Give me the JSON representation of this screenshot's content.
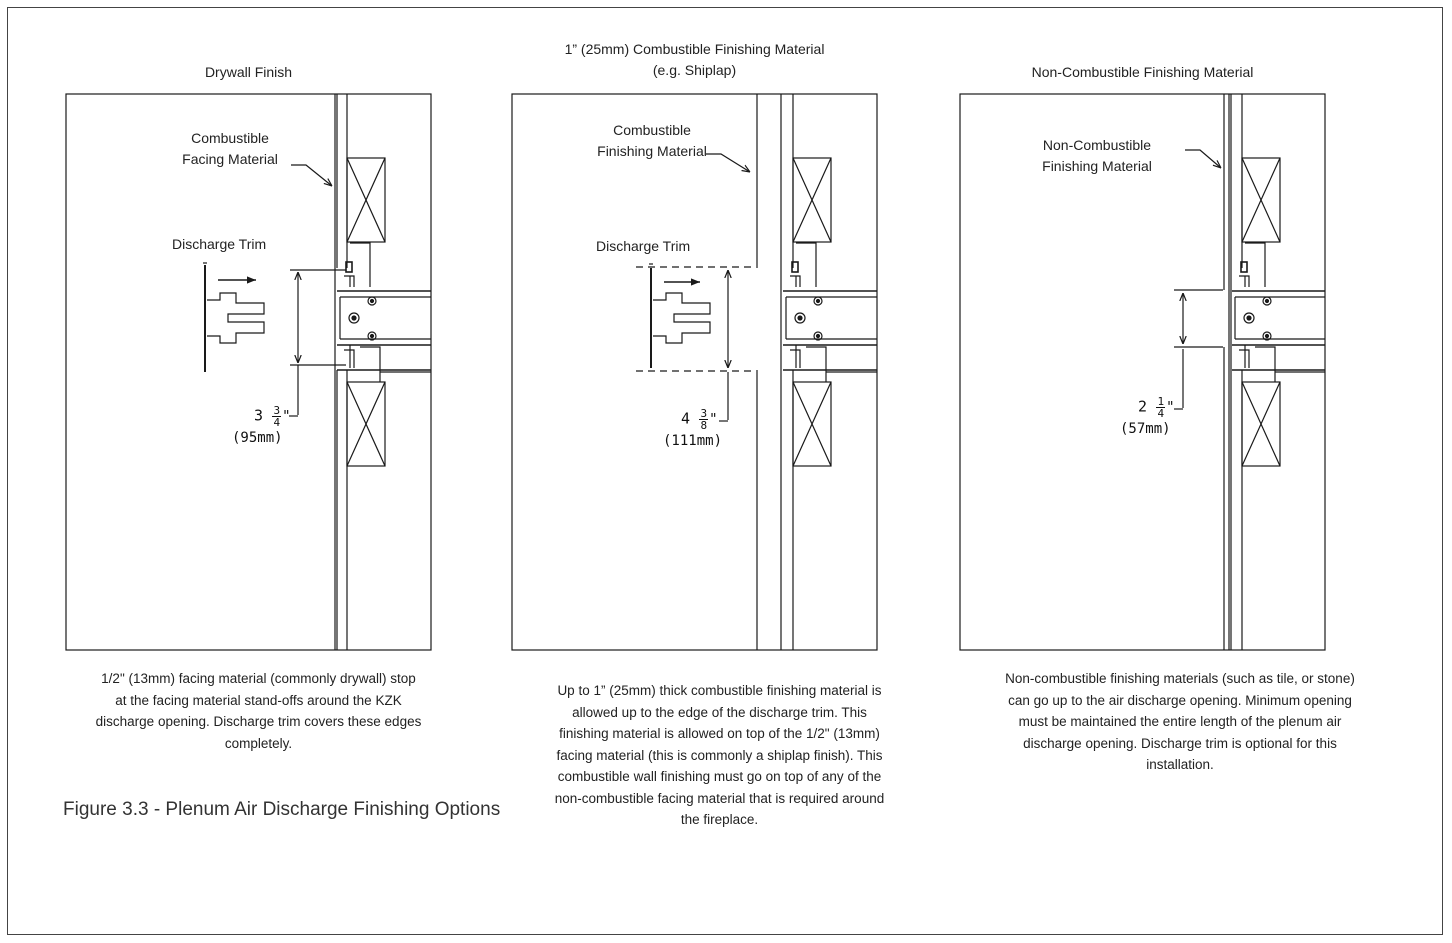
{
  "panels": [
    {
      "title_lines": [
        "Drywall Finish"
      ],
      "callouts": [
        [
          "Combustible",
          "Facing Material"
        ],
        [
          "Discharge Trim"
        ]
      ],
      "dimension": {
        "whole": "3",
        "num": "3",
        "den": "4",
        "unit": "\"",
        "metric": "(95mm)"
      },
      "caption_lines": [
        "1/2\" (13mm) facing material (commonly drywall) stop",
        "at the facing material stand-offs around the KZK",
        "discharge opening. Discharge trim covers these edges",
        "completely."
      ]
    },
    {
      "title_lines": [
        "1” (25mm) Combustible Finishing Material",
        "(e.g. Shiplap)"
      ],
      "callouts": [
        [
          "Combustible",
          "Finishing Material"
        ],
        [
          "Discharge Trim"
        ]
      ],
      "dimension": {
        "whole": "4",
        "num": "3",
        "den": "8",
        "unit": "\"",
        "metric": "(111mm)"
      },
      "caption_lines": [
        "Up to 1” (25mm) thick combustible finishing material is",
        "allowed up to the edge of the discharge trim. This",
        "finishing material is allowed on top of the 1/2\" (13mm)",
        "facing material (this is commonly a shiplap finish). This",
        "combustible wall finishing must go on top of any of the",
        "non-combustible facing material that is required around",
        "the fireplace."
      ]
    },
    {
      "title_lines": [
        "Non-Combustible Finishing Material"
      ],
      "callouts": [
        [
          "Non-Combustible",
          "Finishing Material"
        ]
      ],
      "dimension": {
        "whole": "2",
        "num": "1",
        "den": "4",
        "unit": "\"",
        "metric": "(57mm)"
      },
      "caption_lines": [
        "Non-combustible finishing materials (such as tile, or stone)",
        "can go up to the air discharge opening. Minimum opening",
        "must be maintained the entire length of the plenum air",
        "discharge opening. Discharge trim is optional for this",
        "installation."
      ]
    }
  ],
  "figure_caption": "Figure 3.3 - Plenum Air Discharge Finishing Options",
  "colors": {
    "line": "#1a1a1a",
    "frame": "#444444"
  }
}
